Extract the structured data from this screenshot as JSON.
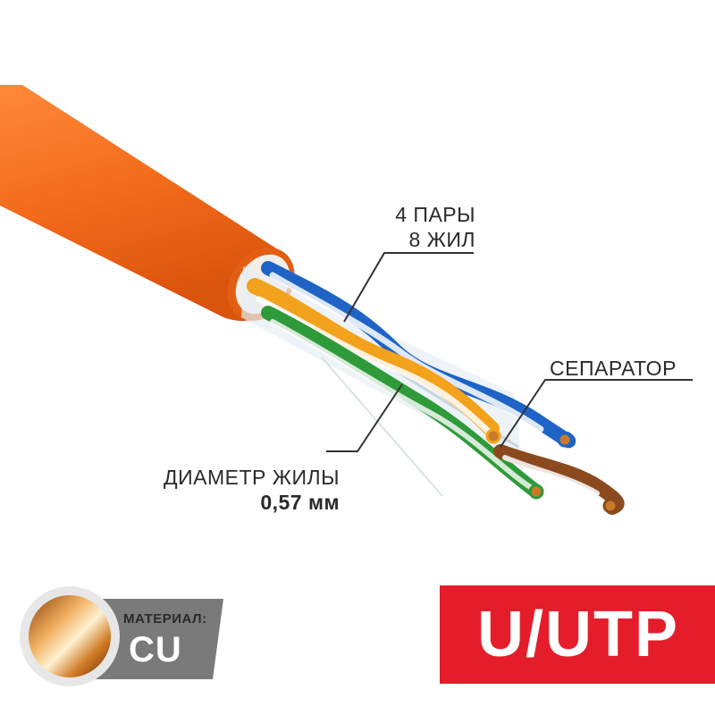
{
  "labels": {
    "pairs_line1": "4 ПАРЫ",
    "pairs_line2": "8 ЖИЛ",
    "separator": "СЕПАРАТОР",
    "diameter_line1": "ДИАМЕТР ЖИЛЫ",
    "diameter_line2": "0,57 мм"
  },
  "material": {
    "label": "МАТЕРИАЛ:",
    "value": "CU"
  },
  "cable_type": "U/UTP",
  "colors": {
    "jacket": "#f26a1b",
    "jacket_shadow": "#d9540c",
    "badge_red": "#e51d2a",
    "badge_gray": "#7a7a7a",
    "pair_blue": "#1f63c6",
    "pair_orange": "#f3a21c",
    "pair_green": "#2f9a3a",
    "pair_brown": "#8a4a1e",
    "copper": "#c97a2a"
  },
  "icons": [
    "cable-illustration",
    "copper-coin-icon"
  ]
}
